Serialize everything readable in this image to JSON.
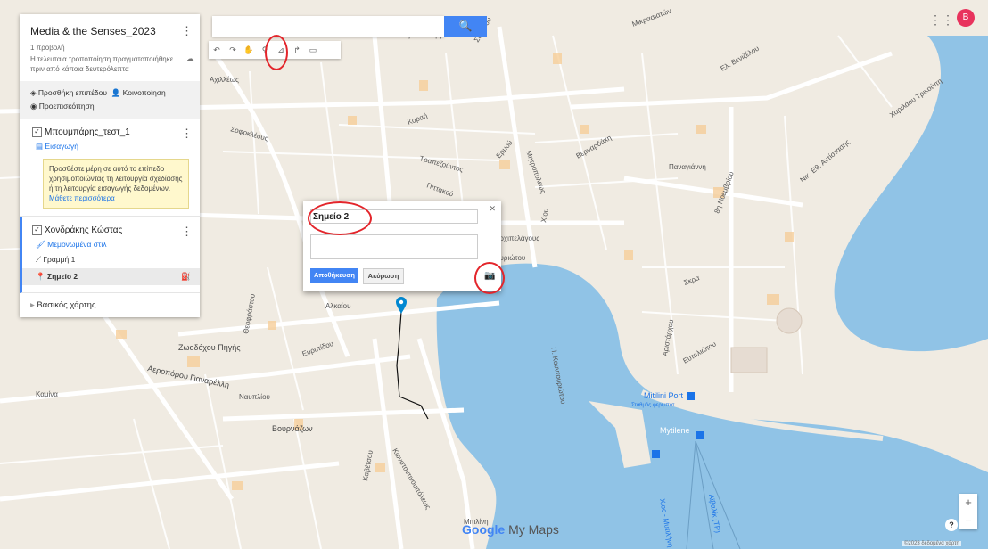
{
  "panel": {
    "title": "Media & the Senses_2023",
    "views": "1 προβολή",
    "last_edit": "Η τελευταία τροποποίηση πραγματοποιήθηκε πριν από κάποια δευτερόλεπτα",
    "add_layer": "Προσθήκη επιπέδου",
    "share": "Κοινοποίηση",
    "preview": "Προεπισκόπηση",
    "layer1": {
      "name": "Μπουμπάρης_τεστ_1",
      "import": "Εισαγωγή",
      "note": "Προσθέστε μέρη σε αυτό το επίπεδο χρησιμοποιώντας τη λειτουργία σχεδίασης ή τη λειτουργία εισαγωγής δεδομένων.",
      "learn_more": "Μάθετε περισσότερα"
    },
    "layer2": {
      "name": "Χονδράκης Κώστας",
      "style": "Μεμονωμένα στιλ",
      "line": "Γραμμή 1",
      "point": "Σημείο 2"
    },
    "basemap": "Βασικός χάρτης"
  },
  "dialog": {
    "title_value": "Σημείο 2",
    "save": "Αποθήκευση",
    "cancel": "Ακύρωση"
  },
  "map": {
    "brand_google": "Google",
    "brand_mymaps": "My Maps",
    "copyright": "©2023 δεδομένα χάρτη",
    "avatar": "B",
    "labels": {
      "a1": "Αγίου Γεωργίου",
      "a2": "Σουτσού",
      "a3": "Κοραή",
      "a4": "Ερμού",
      "a5": "Μητροπόλεως",
      "a6": "Βερναρδάκη",
      "a7": "Παναγιάννη",
      "a8": "8η Νοεμβρίου",
      "a9": "Αρχιπελάγους",
      "a10": "Κουντουριώτου",
      "a11": "Π. Κουντουριώτου",
      "a12": "Ζωοδόχου Πηγής",
      "a13": "Αεροπόρου Γιαναρέλλη",
      "a14": "Βουρνάζων",
      "a15": "Καβέτσου",
      "a16": "Κωνσταντινουπόλεως",
      "a17": "Mitilini Port",
      "a18": "Σταθμός φεριμπότ",
      "a19": "Mytilene",
      "a20": "Χίος - Μυτιλήνη",
      "a21": "Αϊβαλίκ (ΤΡ)",
      "a22": "Ευταλιώτου",
      "a23": "Αριστάρχου",
      "a24": "Σκρα",
      "a25": "Αλκαίου",
      "a26": "Σοφοκλέους",
      "a27": "Θεοφράστου",
      "a28": "Τραπεζούντος",
      "a29": "Αχιλλέως",
      "a30": "Χιου",
      "a31": "Πιττακού",
      "a32": "Καμίνα",
      "a33": "Νικ. Εθ. Αντίστασης",
      "a34": "Χαριλάου Τρικούπη",
      "a35": "Ελ. Βενιζέλου",
      "a36": "Μικρασιατών",
      "a37": "Ναυπλίου",
      "a38": "Ευριπίδου",
      "a39": "Μιτιλίνη"
    }
  }
}
